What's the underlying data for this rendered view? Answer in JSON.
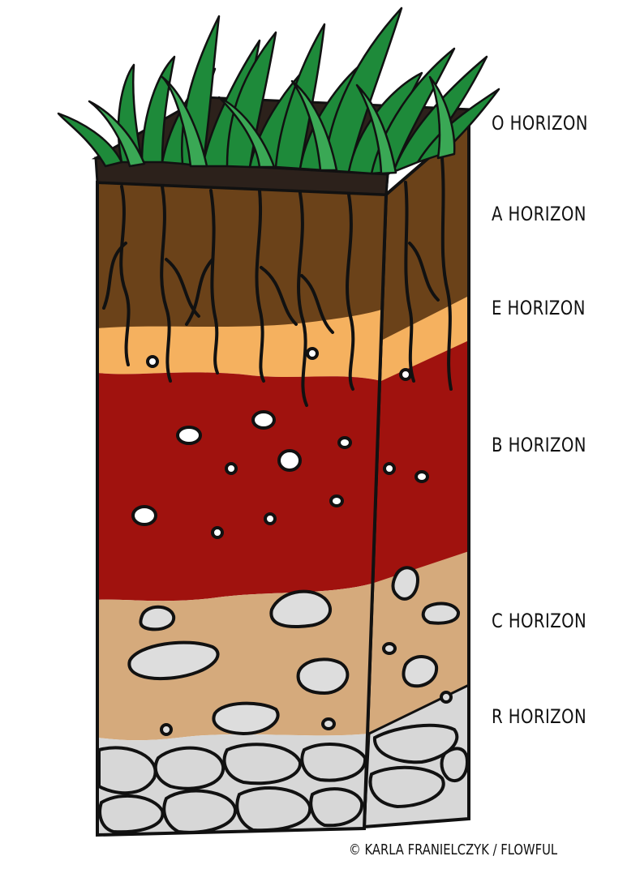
{
  "labels": {
    "o": "O HORIZON",
    "a": "A HORIZON",
    "e": "E HORIZON",
    "b": "B HORIZON",
    "c": "C HORIZON",
    "r": "R HORIZON"
  },
  "credit": "© KARLA FRANIELCZYK / FLOWFUL",
  "colors": {
    "o_horizon": "#2c211b",
    "a_horizon": "#6b4219",
    "e_horizon": "#f5b15f",
    "b_horizon": "#a0120e",
    "c_horizon": "#d5aa7c",
    "r_horizon": "#d7d7d7",
    "grass": "#1e8a3a",
    "outline": "#111111"
  }
}
